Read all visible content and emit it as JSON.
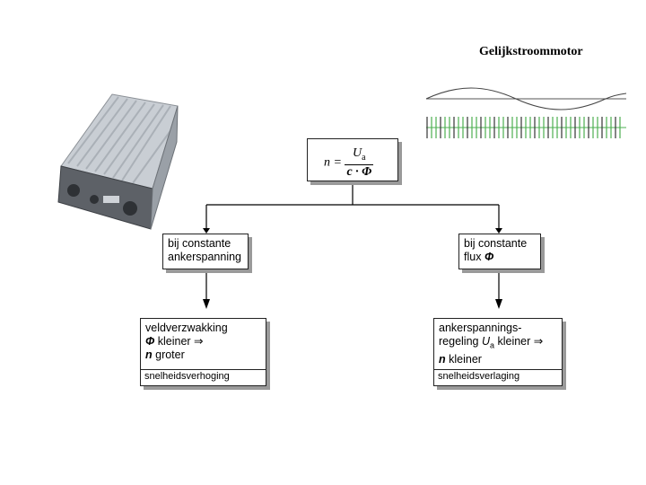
{
  "title": "Gelijkstroommotor",
  "formula": {
    "lhs": "n =",
    "numerator": "U",
    "numerator_sub": "a",
    "denominator": "c · Φ"
  },
  "left_condition": {
    "line1": "bij constante",
    "line2": "ankerspanning"
  },
  "right_condition": {
    "line1": "bij constante",
    "line2_prefix": "flux ",
    "line2_symbol": "Φ"
  },
  "left_result": {
    "line1": "veldverzwakking",
    "line2_symbol": "Φ",
    "line2_rest": " kleiner ⇒",
    "line3_symbol": "n",
    "line3_rest": " groter",
    "footer": "snelheidsverhoging"
  },
  "right_result": {
    "line1": "ankerspannings-",
    "line2_prefix": "regeling ",
    "line2_symbol": "U",
    "line2_sub": "a",
    "line2_rest": " kleiner ⇒",
    "line3_symbol": "n",
    "line3_rest": " kleiner",
    "footer": "snelheidsverlaging"
  },
  "colors": {
    "waveform_green": "#4caf50",
    "waveform_dark": "#333333",
    "box_shadow": "#9a9a9a"
  }
}
